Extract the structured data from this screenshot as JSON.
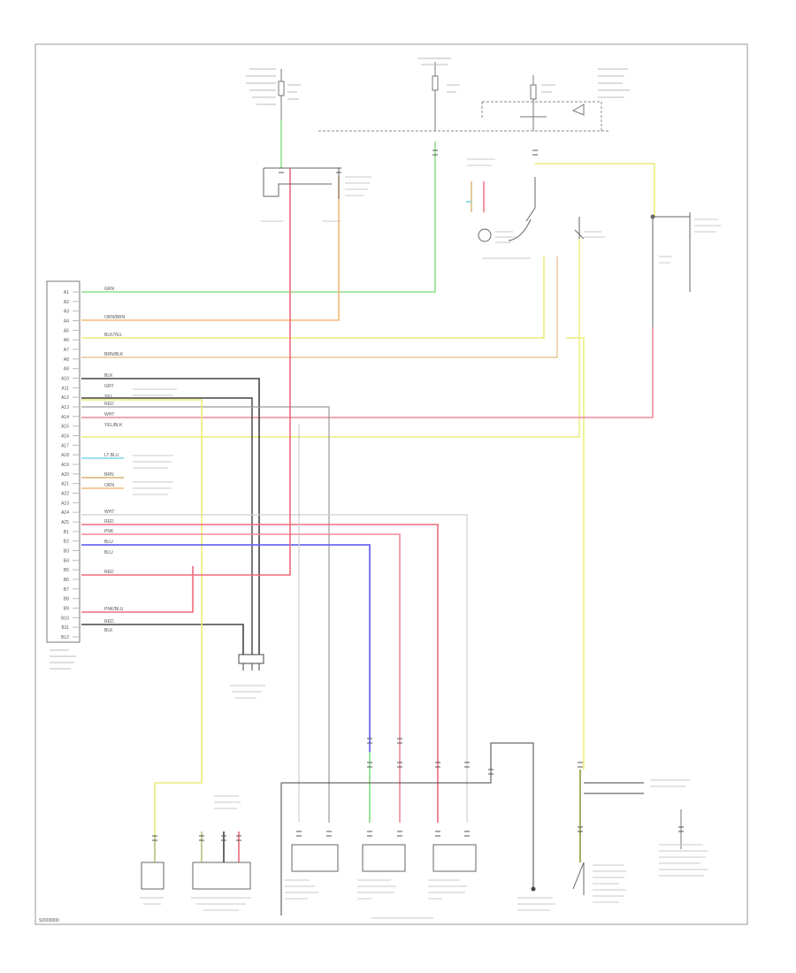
{
  "diagram_code": "S0000000",
  "pin_labels": [
    "A1",
    "A2",
    "A3",
    "A4",
    "A5",
    "A6",
    "A7",
    "A8",
    "A9",
    "A10",
    "A11",
    "A12",
    "A13",
    "A14",
    "A15",
    "A16",
    "A17",
    "A18",
    "A19",
    "A20",
    "A21",
    "A22",
    "A23",
    "A24",
    "A25",
    "B1",
    "B2",
    "B3",
    "B4",
    "B5",
    "B6",
    "B7",
    "B8",
    "B9",
    "B10",
    "B11",
    "B12"
  ],
  "wire_codes": [
    "GRN",
    "ORN/BRN",
    "BLK/YEL",
    "BRN/BLK",
    "BLK",
    "GRY",
    "YEL",
    "RED",
    "WHT",
    "YEL/BLK",
    "LT BLU",
    "BRN",
    "ORN",
    "WHT",
    "RED",
    "PNK",
    "BLU",
    "BLU",
    "RED",
    "PNK/BLU",
    "RED",
    "BLK"
  ],
  "colors": {
    "green": "#8ee08e",
    "orange": "#f3b97a",
    "yellow": "#ecec7c",
    "pink": "#f08a9a",
    "red": "#f06a7a",
    "blue": "#6a6af0",
    "cyan": "#7ad6e6",
    "black": "#444444",
    "gray": "#bdbdbd",
    "olive": "#8c9a3a",
    "frame": "#9a9a9a"
  }
}
